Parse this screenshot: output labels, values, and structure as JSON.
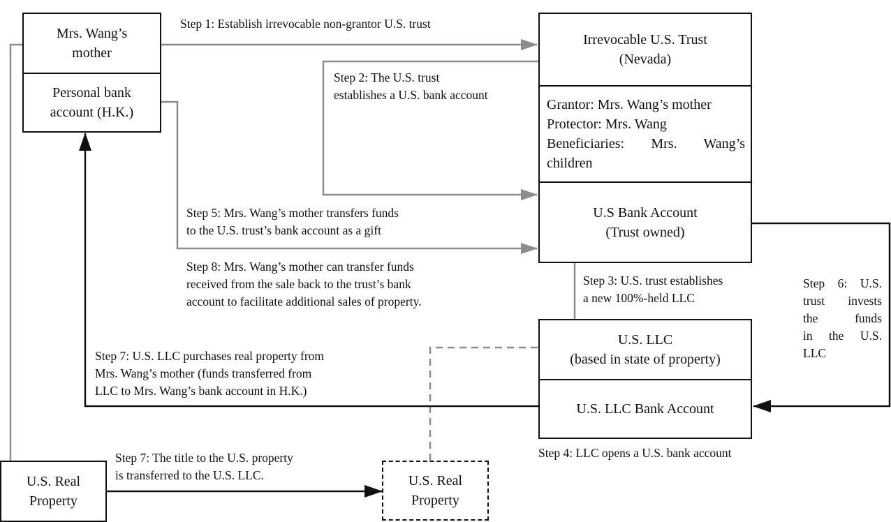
{
  "boxes": {
    "mother": [
      "Mrs. Wang’s",
      "mother"
    ],
    "personal_account": [
      "Personal bank",
      "account (H.K.)"
    ],
    "trust": [
      "Irrevocable U.S. Trust",
      "(Nevada)"
    ],
    "trust_roles": [
      "Grantor: Mrs. Wang’s mother",
      "Protector: Mrs. Wang",
      "Beneficiaries: Mrs. Wang’s",
      "children"
    ],
    "bank_account": [
      "U.S Bank Account",
      "(Trust owned)"
    ],
    "llc": [
      "U.S. LLC",
      "(based in state of property)"
    ],
    "llc_account": [
      "U.S. LLC Bank Account"
    ],
    "real_property": [
      "U.S. Real",
      "Property"
    ],
    "real_property_llc": [
      "U.S. Real",
      "Property"
    ]
  },
  "steps": {
    "step1": [
      "Step 1: Establish irrevocable non-grantor U.S. trust"
    ],
    "step2": [
      "Step 2: The U.S. trust",
      "establishes a U.S. bank account"
    ],
    "step3": [
      "Step 3: U.S. trust establishes",
      "a new 100%-held LLC"
    ],
    "step4": [
      "Step 4: LLC opens a U.S. bank account"
    ],
    "step5": [
      "Step 5: Mrs. Wang’s mother transfers funds",
      "to the U.S. trust’s bank account as a gift"
    ],
    "step6": [
      "Step 6: U.S.",
      "trust invests",
      "the funds",
      "in the U.S.",
      "LLC"
    ],
    "step7a": [
      "Step 7: U.S. LLC purchases real property from",
      "Mrs. Wang’s mother (funds transferred from",
      "LLC to Mrs. Wang’s bank account in H.K.)"
    ],
    "step7b": [
      "Step 7: The title to the U.S. property",
      "is transferred to the U.S. LLC."
    ],
    "step8": [
      "Step 8: Mrs. Wang’s mother can transfer funds",
      "received from the sale back to the trust’s bank",
      "account to facilitate additional sales of property."
    ]
  },
  "colors": {
    "gray_arrow": "#8c8c8c",
    "black_arrow": "#111111"
  }
}
